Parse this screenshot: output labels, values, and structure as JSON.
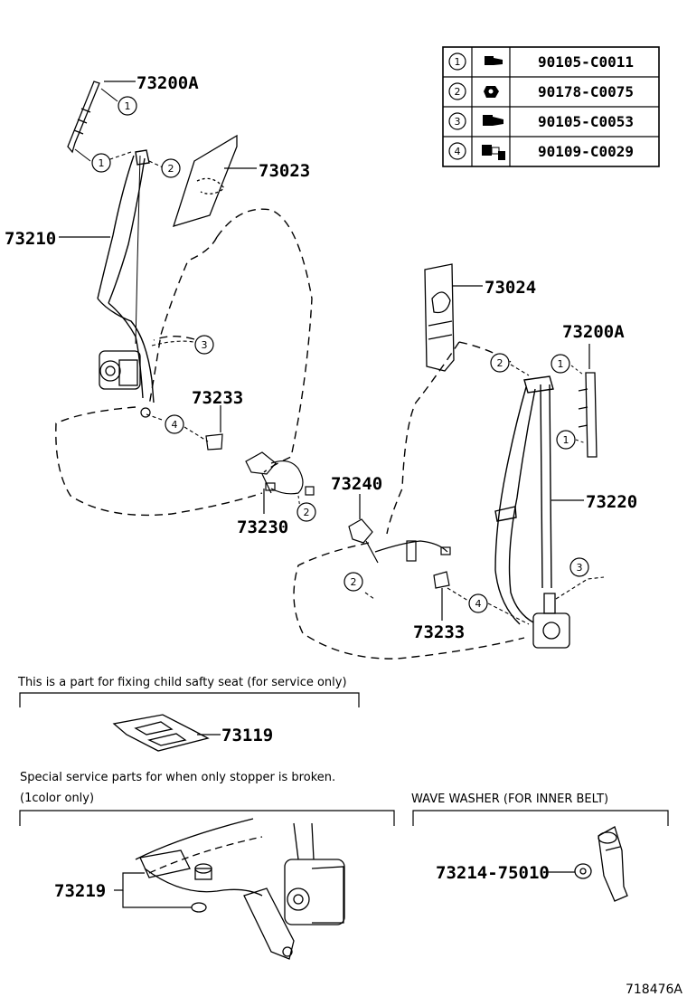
{
  "fastener_table": [
    {
      "ref": "1",
      "part_no": "90105-C0011"
    },
    {
      "ref": "2",
      "part_no": "90178-C0075"
    },
    {
      "ref": "3",
      "part_no": "90105-C0053"
    },
    {
      "ref": "4",
      "part_no": "90109-C0029"
    }
  ],
  "parts": {
    "p73200A_left": "73200A",
    "p73023": "73023",
    "p73210": "73210",
    "p73233_left": "73233",
    "p73230": "73230",
    "p73024": "73024",
    "p73200A_right": "73200A",
    "p73220": "73220",
    "p73240": "73240",
    "p73233_right": "73233",
    "p73119": "73119",
    "p73219": "73219",
    "p73214": "73214-75010"
  },
  "notes": {
    "child_seat": "This is a part for fixing child safty seat (for service only)",
    "stopper_line1": "Special service parts for when only stopper is broken.",
    "stopper_line2": "(1color only)",
    "wave_washer": "WAVE WASHER (FOR INNER BELT)"
  },
  "callouts": [
    "1",
    "2",
    "3",
    "4"
  ],
  "figure_id": "718476A"
}
